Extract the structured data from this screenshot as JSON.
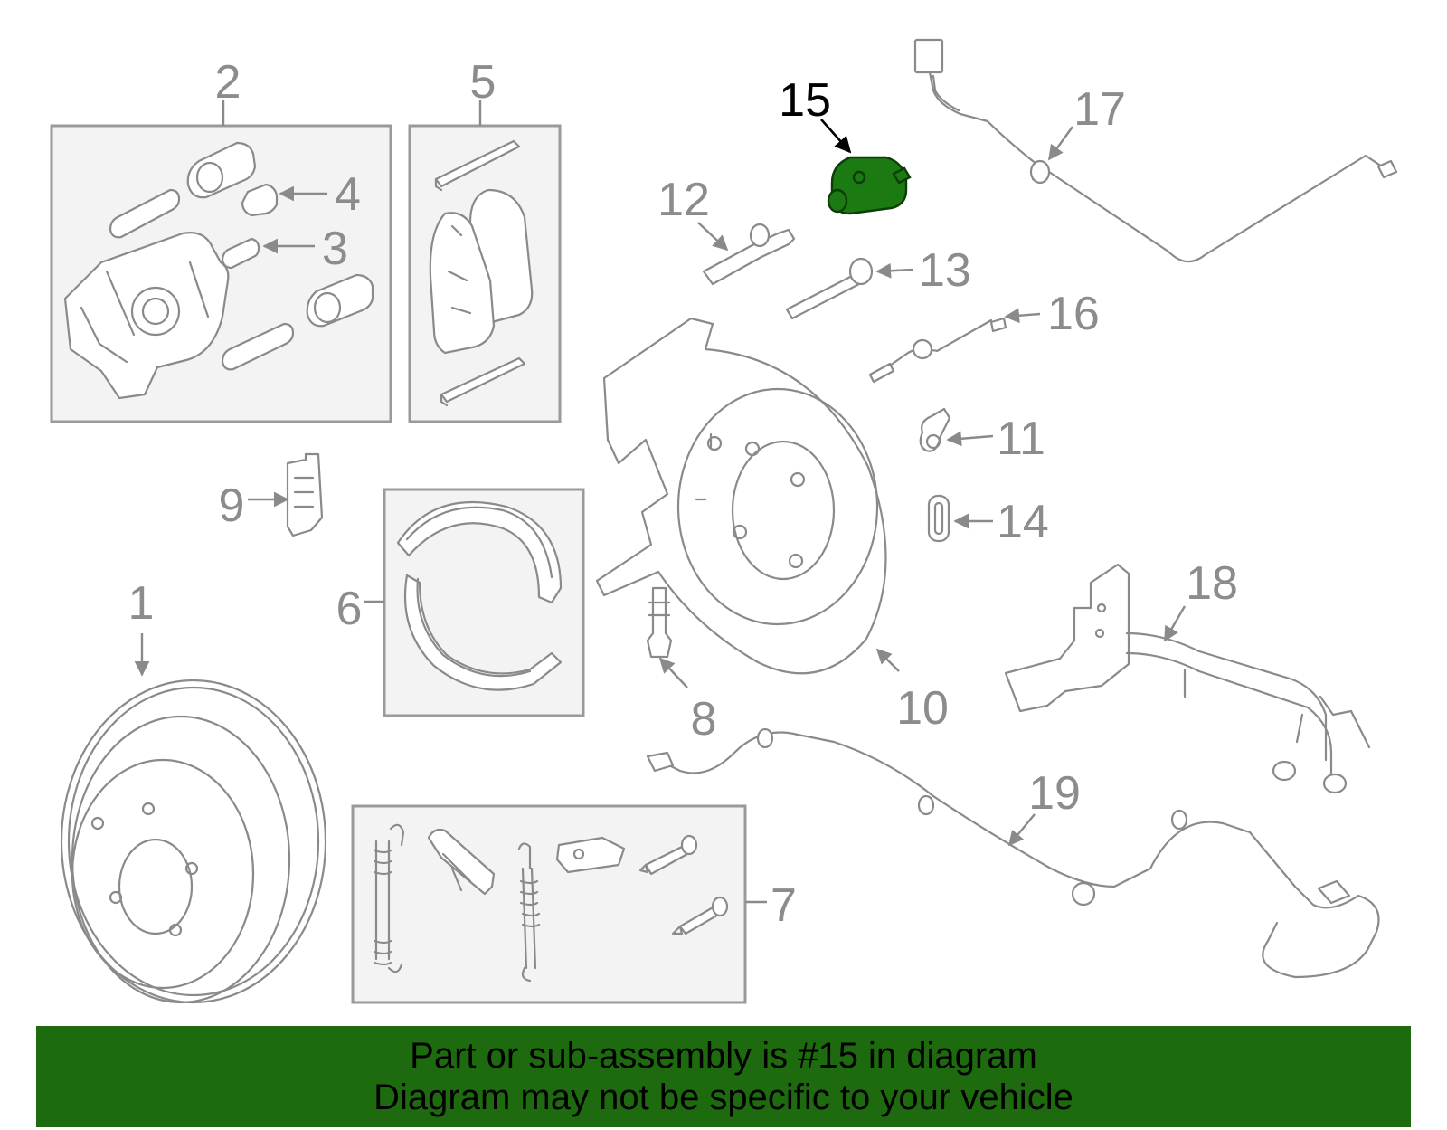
{
  "diagram": {
    "callouts": [
      "1",
      "2",
      "3",
      "4",
      "5",
      "6",
      "7",
      "8",
      "9",
      "10",
      "11",
      "12",
      "13",
      "14",
      "15",
      "16",
      "17",
      "18",
      "19"
    ],
    "highlighted": "15",
    "colors": {
      "highlight": "#1c7a12",
      "banner": "#1e6b0f",
      "lines": "#8a8a8a"
    }
  },
  "banner": {
    "line1": "Part or sub-assembly is #15 in diagram",
    "line2": "Diagram may not be specific to your vehicle"
  }
}
